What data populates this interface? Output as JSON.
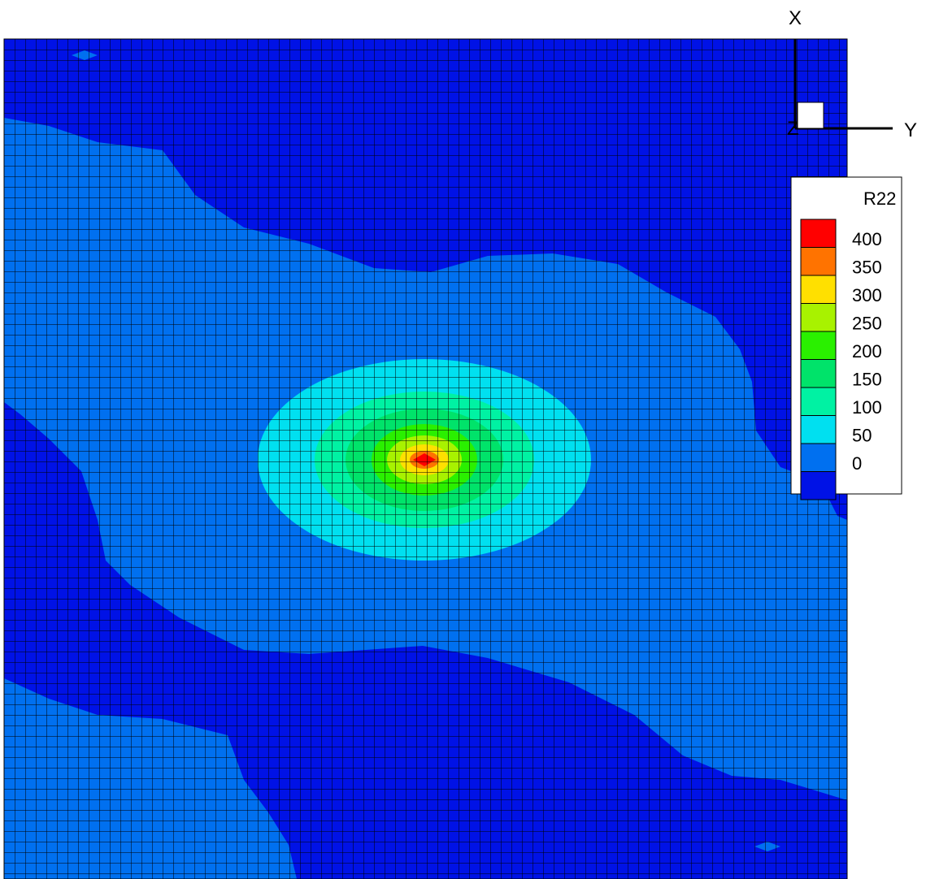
{
  "chart_data": {
    "type": "heatmap",
    "title": "",
    "variable": "R22",
    "legend": {
      "title": "R22",
      "placement": "right",
      "levels": [
        {
          "label": "400",
          "color": "#ff0000"
        },
        {
          "label": "350",
          "color": "#ff7300"
        },
        {
          "label": "300",
          "color": "#ffe000"
        },
        {
          "label": "250",
          "color": "#a8f200"
        },
        {
          "label": "200",
          "color": "#2af000"
        },
        {
          "label": "150",
          "color": "#00e36a"
        },
        {
          "label": "100",
          "color": "#00f2a3"
        },
        {
          "label": "50",
          "color": "#00e0f0"
        },
        {
          "label": "0",
          "color": "#0070f0"
        },
        {
          "label": "",
          "color": "#0012e6"
        }
      ]
    },
    "axes_triad": {
      "x_label": "X",
      "y_label": "Y",
      "z_label": "Z"
    },
    "mesh": {
      "visible": true,
      "color": "#000000"
    },
    "peak": {
      "approx_value": 420,
      "location": "center-left of domain"
    }
  }
}
